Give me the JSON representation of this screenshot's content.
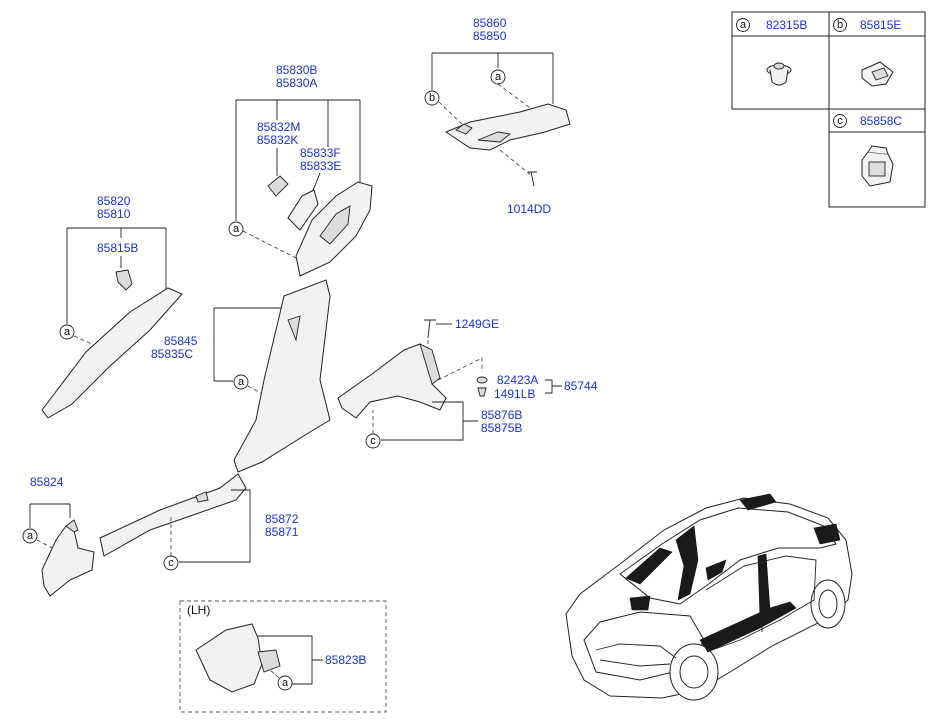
{
  "labels": {
    "p85860": "85860",
    "p85850": "85850",
    "p85830b": "85830B",
    "p85830a": "85830A",
    "p85832m": "85832M",
    "p85832k": "85832K",
    "p85833f": "85833F",
    "p85833e": "85833E",
    "p85820": "85820",
    "p85810": "85810",
    "p85815b": "85815B",
    "p85845": "85845",
    "p85835c": "85835C",
    "p1014dd": "1014DD",
    "p1249ge": "1249GE",
    "p82423a": "82423A",
    "p1491lb": "1491LB",
    "p85744": "85744",
    "p85876b": "85876B",
    "p85875b": "85875B",
    "p85824": "85824",
    "p85872": "85872",
    "p85871": "85871",
    "lh": "(LH)",
    "p85823b": "85823B"
  },
  "legend": [
    {
      "letter": "a",
      "part": "82315B"
    },
    {
      "letter": "b",
      "part": "85815E"
    },
    {
      "letter": "c",
      "part": "85858C"
    }
  ],
  "callouts": {
    "a": "a",
    "b": "b",
    "c": "c"
  },
  "colors": {
    "part_number": "#1a35c9",
    "highlight": "#1a1a1a"
  }
}
